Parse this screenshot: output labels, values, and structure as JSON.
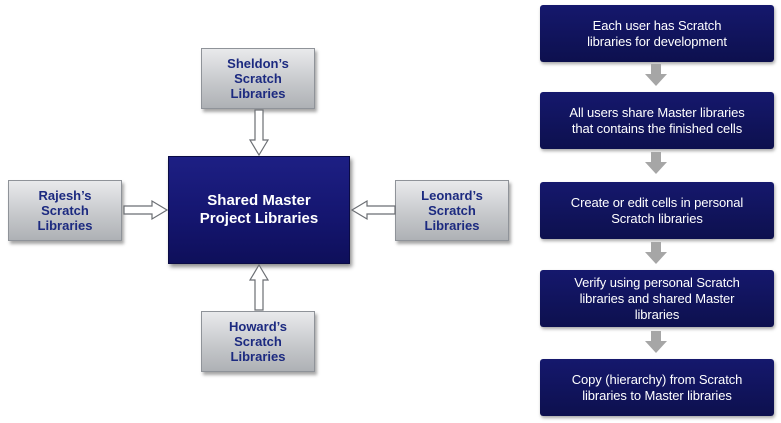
{
  "diagram": {
    "center": {
      "label": "Shared Master\nProject Libraries"
    },
    "libraries": {
      "top": {
        "label": "Sheldon’s\nScratch\nLibraries"
      },
      "left": {
        "label": "Rajesh’s\nScratch\nLibraries"
      },
      "right": {
        "label": "Leonard’s\nScratch\nLibraries"
      },
      "bottom": {
        "label": "Howard’s\nScratch\nLibraries"
      }
    }
  },
  "steps": [
    {
      "label": "Each user has Scratch\nlibraries for development"
    },
    {
      "label": "All users share Master libraries\nthat contains the finished cells"
    },
    {
      "label": "Create or edit cells in personal\nScratch libraries"
    },
    {
      "label": "Verify using personal Scratch\nlibraries and shared Master\nlibraries"
    },
    {
      "label": "Copy (hierarchy) from Scratch\nlibraries to Master libraries"
    }
  ],
  "colors": {
    "navy": "#14156e",
    "library_text": "#1c2a80",
    "library_fill": "#c7c9cc",
    "arrow_grey": "#a6a6a6"
  }
}
